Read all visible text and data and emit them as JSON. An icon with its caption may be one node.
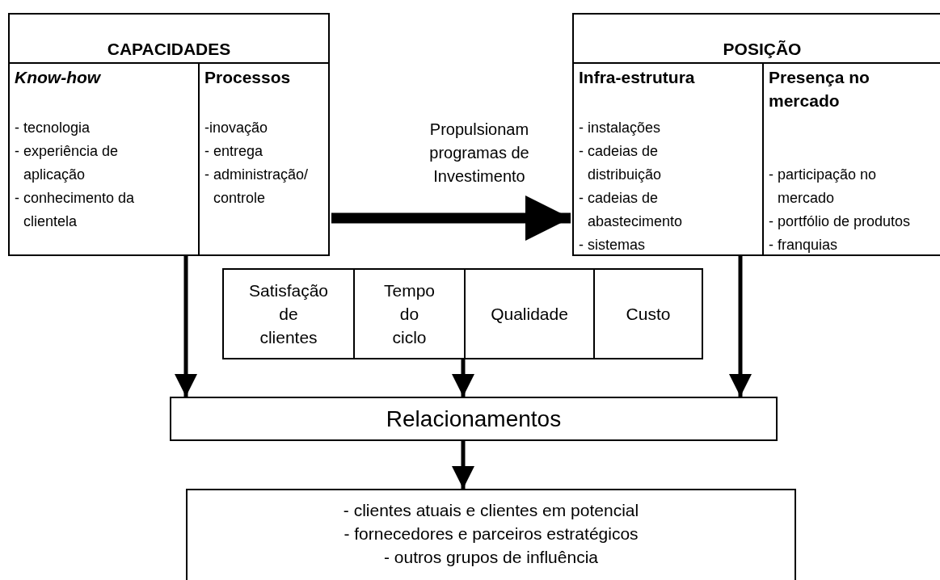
{
  "diagram": {
    "nodes": [
      {
        "text": [
          "CAPACIDADES"
        ]
      },
      {
        "text": [
          "Know-how",
          "- tecnologia",
          "- experiência de aplicação",
          "- conhecimento da clientela"
        ],
        "in": 0
      },
      {
        "text": [
          "Processos",
          "-inovação",
          "- entrega",
          "- administração/ controle"
        ],
        "in": 0
      },
      {
        "text": [
          "POSIÇÃO"
        ]
      },
      {
        "text": [
          "Infra-estrutura",
          "- instalações",
          "- cadeias de distribuição",
          "- cadeias de abastecimento",
          "- sistemas"
        ],
        "in": 3
      },
      {
        "text": [
          "Presença no mercado",
          "- participação no mercado",
          "- portfólio de produtos",
          "- franquias"
        ],
        "in": 3
      },
      {
        "text": [],
        "shape": "box"
      },
      {
        "text": [
          "Satisfação de clientes"
        ],
        "in": 6
      },
      {
        "text": [
          "Tempo do ciclo"
        ],
        "in": 6
      },
      {
        "text": [
          "Qualidade"
        ],
        "in": 6
      },
      {
        "text": [
          "Custo"
        ],
        "in": 6
      },
      {
        "text": [
          "Relacionamentos"
        ]
      },
      {
        "text": [
          "- clientes atuais e clientes em potencial",
          "- fornecedores e parceiros estratégicos",
          "- outros grupos de influência"
        ]
      }
    ],
    "edges": [
      {
        "from": 0,
        "to": 3,
        "arrow": "to",
        "label": "Propulsionam programas de Investimento",
        "style": "thick"
      },
      {
        "from": 0,
        "to": 11,
        "arrow": "to"
      },
      {
        "from": 6,
        "to": 11,
        "arrow": "to"
      },
      {
        "from": 3,
        "to": 11,
        "arrow": "to"
      },
      {
        "from": 11,
        "to": 12,
        "arrow": "to"
      }
    ]
  }
}
